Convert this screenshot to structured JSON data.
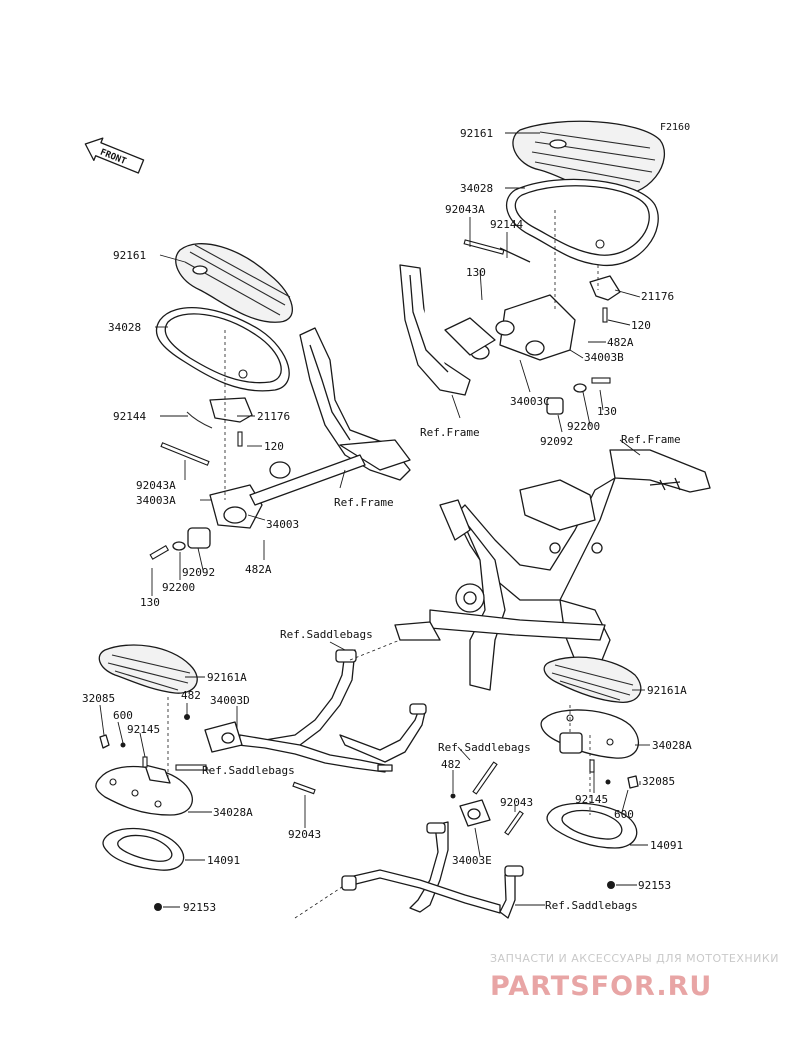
{
  "diagram_code": "F2160",
  "front_label": "FRONT",
  "labels": {
    "l_92161_top": "92161",
    "l_34028_top": "34028",
    "l_92043A_right": "92043A",
    "l_92144_right": "92144",
    "l_130_right_a": "130",
    "l_21176_right": "21176",
    "l_120_right": "120",
    "l_482A_right": "482A",
    "l_34003B": "34003B",
    "l_34003C": "34003C",
    "l_refframe_1": "Ref.Frame",
    "l_130_right_b": "130",
    "l_92200_right": "92200",
    "l_92092_right": "92092",
    "l_refframe_2": "Ref.Frame",
    "l_92161_left": "92161",
    "l_34028_left": "34028",
    "l_92144_left": "92144",
    "l_21176_left": "21176",
    "l_120_left": "120",
    "l_92043A_left": "92043A",
    "l_34003A": "34003A",
    "l_34003": "34003",
    "l_refframe_3": "Ref.Frame",
    "l_482A_left": "482A",
    "l_92092_left": "92092",
    "l_92200_left": "92200",
    "l_130_left": "130",
    "l_refsaddle_1": "Ref.Saddlebags",
    "l_92161A_left": "92161A",
    "l_482_left": "482",
    "l_34003D": "34003D",
    "l_32085_left": "32085",
    "l_600_left": "600",
    "l_92145_left": "92145",
    "l_refsaddle_2": "Ref.Saddlebags",
    "l_34028A_left": "34028A",
    "l_92043_left": "92043",
    "l_14091_left": "14091",
    "l_92153_left": "92153",
    "l_92161A_right": "92161A",
    "l_34028A_right": "34028A",
    "l_refsaddle_3": "Ref.Saddlebags",
    "l_482_right": "482",
    "l_92043_right": "92043",
    "l_32085_right": "32085",
    "l_92145_right": "92145",
    "l_600_right": "600",
    "l_34003E": "34003E",
    "l_14091_right": "14091",
    "l_92153_right": "92153",
    "l_refsaddle_4": "Ref.Saddlebags"
  },
  "watermark": {
    "subtitle": "ЗАПЧАСТИ И АКСЕССУАРЫ ДЛЯ МОТОТЕХНИКИ",
    "logo": "PARTSFOR.RU"
  },
  "colors": {
    "ink": "#1a1a1a",
    "watermark_red": "#e8a5a5",
    "watermark_gray": "#c9c9c9"
  }
}
